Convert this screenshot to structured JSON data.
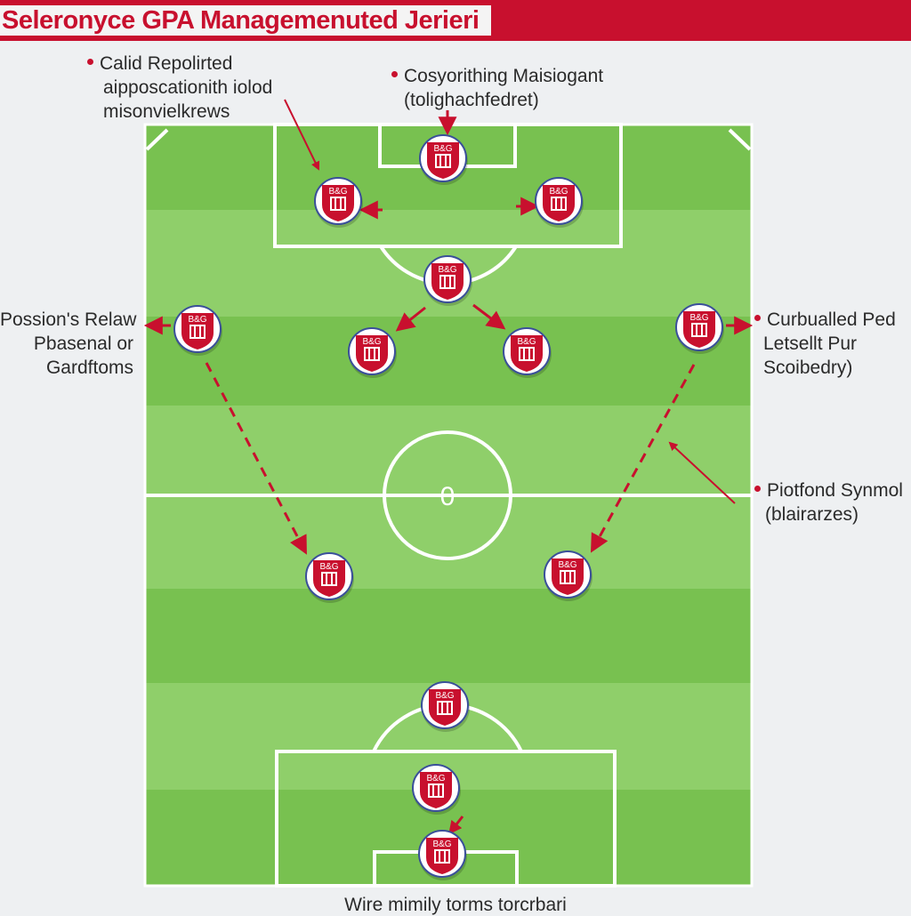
{
  "header": {
    "title": "Seleronyce GPA Managemenuted Jerieri",
    "title_color": "#c8102e",
    "bar_color": "#c8102e"
  },
  "annotations": {
    "top_left": [
      "Calid Repolirted",
      "aipposcationith iolod",
      "misonvielkrews"
    ],
    "top_center": [
      "Cosyorithing Maisiogant",
      "(tolighachfedret)"
    ],
    "left": [
      "Possion's Relaw",
      "Pbasenal or",
      "Gardftoms"
    ],
    "right": [
      "Curbualled Ped",
      "Letsellt Pur",
      "Scoibedry)"
    ],
    "right_lower": [
      "Piotfond Synmol",
      "(blairarzes)"
    ]
  },
  "caption": "Wire mimily torms torcrbari",
  "colors": {
    "pitch_dark": "#78c150",
    "pitch_light": "#8fcf6a",
    "line": "#ffffff",
    "badge_red": "#c8102e",
    "badge_border": "#3a4f9a",
    "arrow": "#c8102e"
  },
  "pitch": {
    "center_mark": "0",
    "players": [
      {
        "role": "top-goalkeeper",
        "label": "B&G"
      },
      {
        "role": "top-left-defender",
        "label": "B&G"
      },
      {
        "role": "top-right-defender",
        "label": "B&G"
      },
      {
        "role": "top-central",
        "label": "B&G"
      },
      {
        "role": "left-wing",
        "label": "B&G"
      },
      {
        "role": "left-center-mid",
        "label": "B&G"
      },
      {
        "role": "right-center-mid",
        "label": "B&G"
      },
      {
        "role": "right-wing",
        "label": "B&G"
      },
      {
        "role": "left-forward",
        "label": "B&G"
      },
      {
        "role": "right-forward",
        "label": "B&G"
      },
      {
        "role": "bottom-midfielder",
        "label": "B&G"
      },
      {
        "role": "bottom-defender",
        "label": "B&G"
      },
      {
        "role": "bottom-goalkeeper",
        "label": "B&G"
      }
    ]
  }
}
